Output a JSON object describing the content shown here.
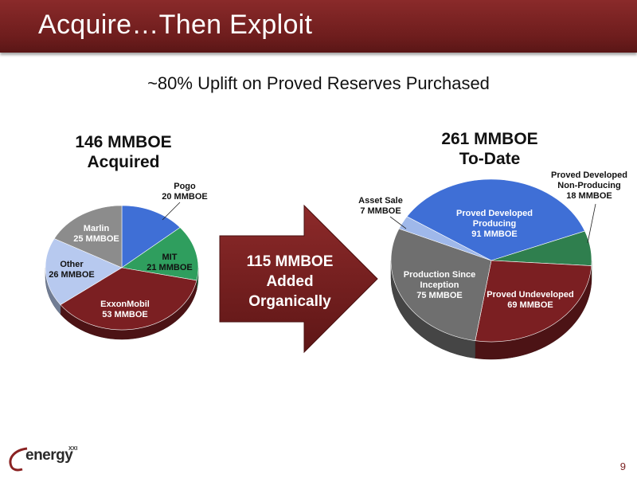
{
  "slide": {
    "title": "Acquire…Then Exploit",
    "subtitle": "~80% Uplift on Proved Reserves Purchased",
    "arrow_text": [
      "115 MMBOE",
      "Added",
      "Organically"
    ],
    "page_number": "9",
    "logo": {
      "word": "energy",
      "sup": "XXI"
    }
  },
  "colors": {
    "title_bar": "#7a2222",
    "arrow": "#7a1e1e"
  },
  "chart_data": [
    {
      "type": "pie",
      "title": [
        "146 MMBOE",
        "Acquired"
      ],
      "unit": "MMBOE",
      "slices": [
        {
          "name": "Pogo",
          "value": 20,
          "value_label": "20 MMBOE",
          "color": "#3f6fd6"
        },
        {
          "name": "MIT",
          "value": 21,
          "value_label": "21 MMBOE",
          "color": "#2f9e5e"
        },
        {
          "name": "ExxonMobil",
          "value": 53,
          "value_label": "53 MMBOE",
          "color": "#7b1f22"
        },
        {
          "name": "Other",
          "value": 26,
          "value_label": "26 MMBOE",
          "color": "#b7c9ef"
        },
        {
          "name": "Marlin",
          "value": 25,
          "value_label": "25 MMBOE",
          "color": "#8c8c8c"
        }
      ]
    },
    {
      "type": "pie",
      "title": [
        "261 MMBOE",
        "To-Date"
      ],
      "unit": "MMBOE",
      "slices": [
        {
          "name": [
            "Proved Developed",
            "Producing"
          ],
          "value": 91,
          "value_label": "91 MMBOE",
          "color": "#3f6fd6"
        },
        {
          "name": [
            "Proved Developed",
            "Non-Producing"
          ],
          "value": 18,
          "value_label": "18 MMBOE",
          "color": "#2f7f4e"
        },
        {
          "name": [
            "Proved Undeveloped"
          ],
          "value": 69,
          "value_label": "69 MMBOE",
          "color": "#7b1f22"
        },
        {
          "name": [
            "Production Since",
            "Inception"
          ],
          "value": 75,
          "value_label": "75 MMBOE",
          "color": "#6f6f6f"
        },
        {
          "name": [
            "Asset Sale"
          ],
          "value": 7,
          "value_label": "7 MMBOE",
          "color": "#9fb8ea"
        }
      ]
    }
  ]
}
